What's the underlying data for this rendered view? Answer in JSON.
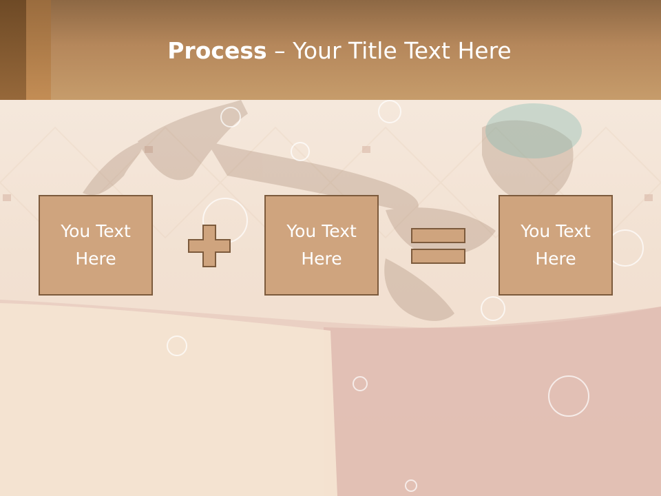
{
  "slide": {
    "title_bold": "Process",
    "title_rest": " – Your Title Text Here",
    "boxes": [
      {
        "text": "You Text Here"
      },
      {
        "text": "You Text Here"
      },
      {
        "text": "You Text Here"
      }
    ],
    "operators": [
      "plus",
      "equals"
    ]
  },
  "colors": {
    "header": "#c69c6b",
    "box_fill": "#cfa47e",
    "box_border": "#7c5a3c",
    "text": "#ffffff"
  }
}
